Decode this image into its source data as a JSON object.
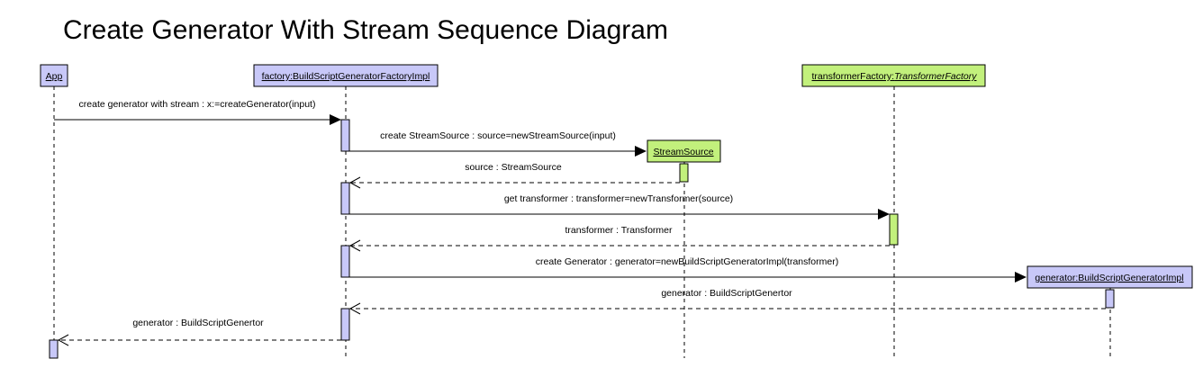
{
  "title": "Create Generator With Stream Sequence Diagram",
  "colors": {
    "lavender": "#c8c8f8",
    "green": "#c2f07c",
    "activation_lavender": "#c8c8f8",
    "activation_green": "#c2f07c"
  },
  "participants": {
    "app": {
      "label": "App",
      "fill": "lavender"
    },
    "factory": {
      "label": "factory:BuildScriptGeneratorFactoryImpl",
      "fill": "lavender"
    },
    "stream_source": {
      "label": "StreamSource",
      "fill": "green"
    },
    "transformer_factory": {
      "prefix": "transformerFactory:",
      "type": "TransformerFactory",
      "fill": "green"
    },
    "generator": {
      "label": "generator:BuildScriptGeneratorImpl",
      "fill": "lavender"
    }
  },
  "messages": {
    "m1": "create generator with stream : x:=createGenerator(input)",
    "m2": "create StreamSource : source=newStreamSource(input)",
    "r2": "source : StreamSource",
    "m3": "get transformer : transformer=newTransformer(source)",
    "r3": "transformer : Transformer",
    "m4": "create Generator : generator=newBuildScriptGeneratorImpl(transformer)",
    "r4": "generator : BuildScriptGenertor",
    "r1": "generator : BuildScriptGenertor"
  }
}
